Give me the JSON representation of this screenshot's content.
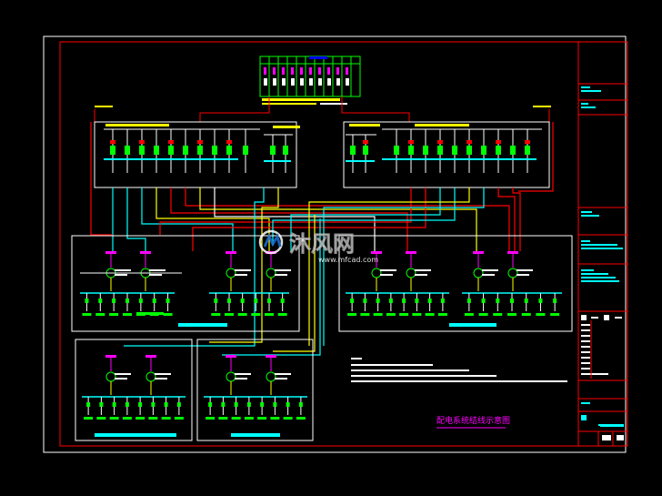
{
  "drawing": {
    "title": "配电系统结线示意图",
    "watermark_brand": "沐风网",
    "watermark_url": "www.mfcad.com"
  },
  "colors": {
    "background": "#000000",
    "frame_white": "#ffffff",
    "frame_red": "#ff0000",
    "cyan": "#00ffff",
    "yellow": "#ffff00",
    "green": "#00ff00",
    "magenta": "#ff00ff",
    "brand_blue": "#1a6fd6"
  },
  "icons": {
    "watermark_logo": "mfcad-logo-icon"
  }
}
